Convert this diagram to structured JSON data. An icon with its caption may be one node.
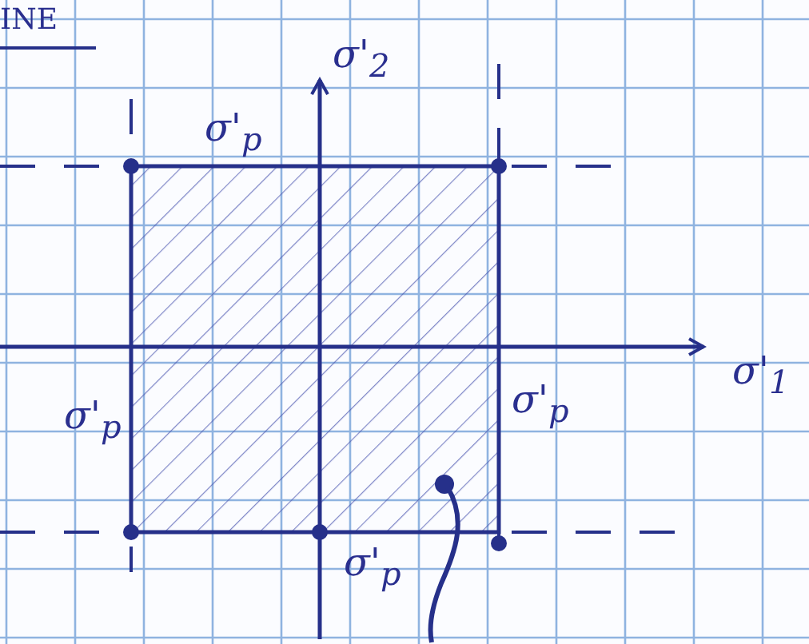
{
  "diagram": {
    "labels": [
      "INE",
      "σ'$_{2}$",
      "σ'$_{p}$",
      "σ'$_{1}$",
      "σ'$_{p}$",
      "σ'$_{p}$",
      "σ'$_{p}$"
    ]
  }
}
